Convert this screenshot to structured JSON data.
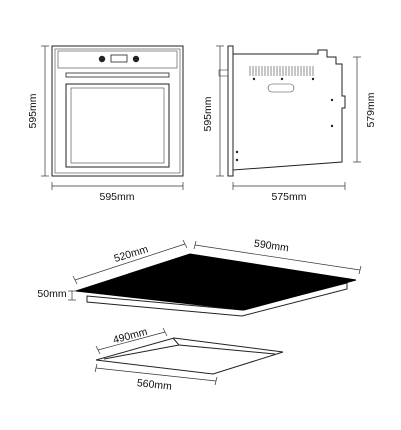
{
  "oven_front": {
    "height_label": "595mm",
    "width_label": "595mm"
  },
  "oven_side": {
    "height_label": "595mm",
    "depth_label": "575mm",
    "body_height_label": "579mm"
  },
  "hob": {
    "depth_label": "520mm",
    "width_label": "590mm",
    "thickness_label": "50mm"
  },
  "cutout": {
    "depth_label": "490mm",
    "width_label": "560mm"
  }
}
